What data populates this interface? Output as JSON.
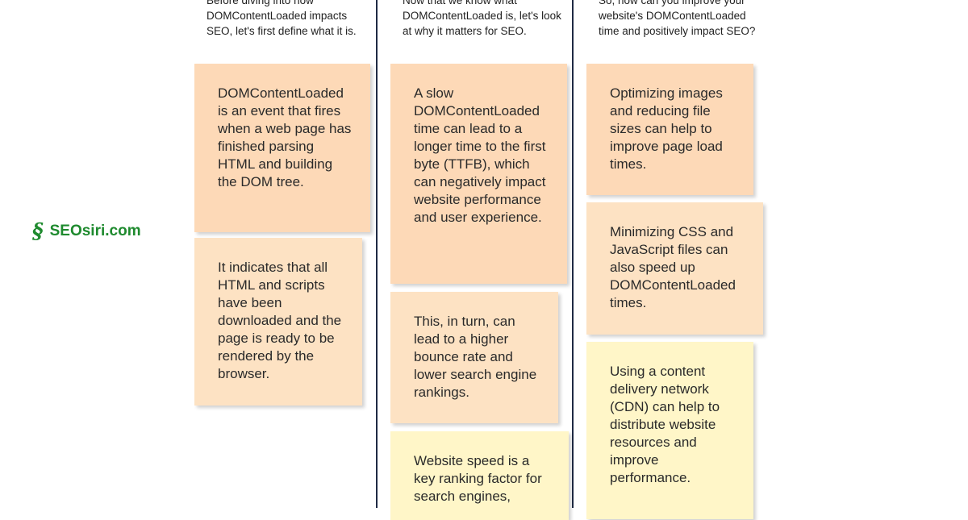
{
  "brand": {
    "logo_text": "SEOsiri.com",
    "color": "#1e8a2e"
  },
  "columns": [
    {
      "heading": "Before diving into how DOMContentLoaded impacts SEO, let's first define what it is.",
      "notes": [
        {
          "text": "DOMContentLoaded is an event that fires when a web page has finished parsing HTML and building the DOM tree.",
          "color": "#fdd9b7"
        },
        {
          "text": "It indicates that all HTML and scripts have been downloaded and the page is ready to be rendered by the browser.",
          "color": "#fde2c3"
        }
      ]
    },
    {
      "heading": "Now that we know what DOMContentLoaded is, let's look at why it matters for SEO.",
      "notes": [
        {
          "text": "A slow DOMContentLoaded time can lead to a longer time to the first byte (TTFB), which can negatively impact website performance and user experience.",
          "color": "#fdd9b7"
        },
        {
          "text": "This, in turn, can lead to a higher bounce rate and lower search engine rankings.",
          "color": "#fde2c3"
        },
        {
          "text": "Website speed is a key ranking factor for search engines,",
          "color": "#fff6c8"
        }
      ]
    },
    {
      "heading": "So, how can you improve your website's DOMContentLoaded time and positively impact SEO?",
      "notes": [
        {
          "text": "Optimizing images and reducing file sizes can help to improve page load times.",
          "color": "#fdd9b7"
        },
        {
          "text": "Minimizing CSS and JavaScript files can also speed up DOMContentLoaded times.",
          "color": "#fde2c3"
        },
        {
          "text": "Using a content delivery network (CDN) can help to distribute website resources and improve performance.",
          "color": "#fff6c8"
        }
      ]
    }
  ]
}
